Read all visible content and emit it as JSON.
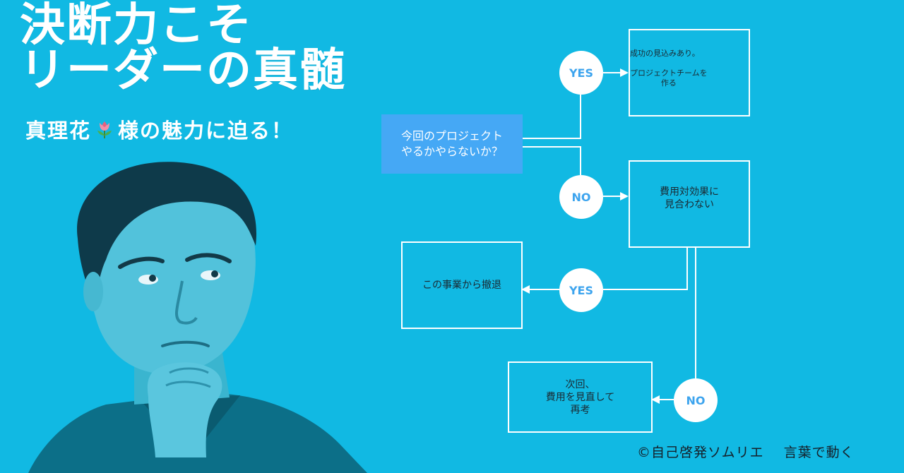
{
  "title": {
    "line1": "決断力こそ",
    "line2": "リーダーの真髄"
  },
  "subtitle": {
    "before": "真理花",
    "after": "様の魅力に迫る！",
    "emoji_icon": "tulip-icon"
  },
  "flow": {
    "start": "今回のプロジェクト\nやるかやらないか？",
    "yes1": "YES",
    "no1": "NO",
    "yes2": "YES",
    "no2": "NO",
    "success_box": {
      "line1": "成功の見込みあり。",
      "line2": "プロジェクトチームを\n作る"
    },
    "cost_box": "費用対効果に\n見合わない",
    "withdraw_box": "この事業から撤退",
    "review_box": "次回、\n費用を見直して\n再考"
  },
  "footer": {
    "copyright": "©自己啓発ソムリエ",
    "tagline": "言葉で動く"
  },
  "colors": {
    "background": "#11b9e3",
    "start_box": "#45a8f5",
    "node_text": "#3da4ee"
  }
}
